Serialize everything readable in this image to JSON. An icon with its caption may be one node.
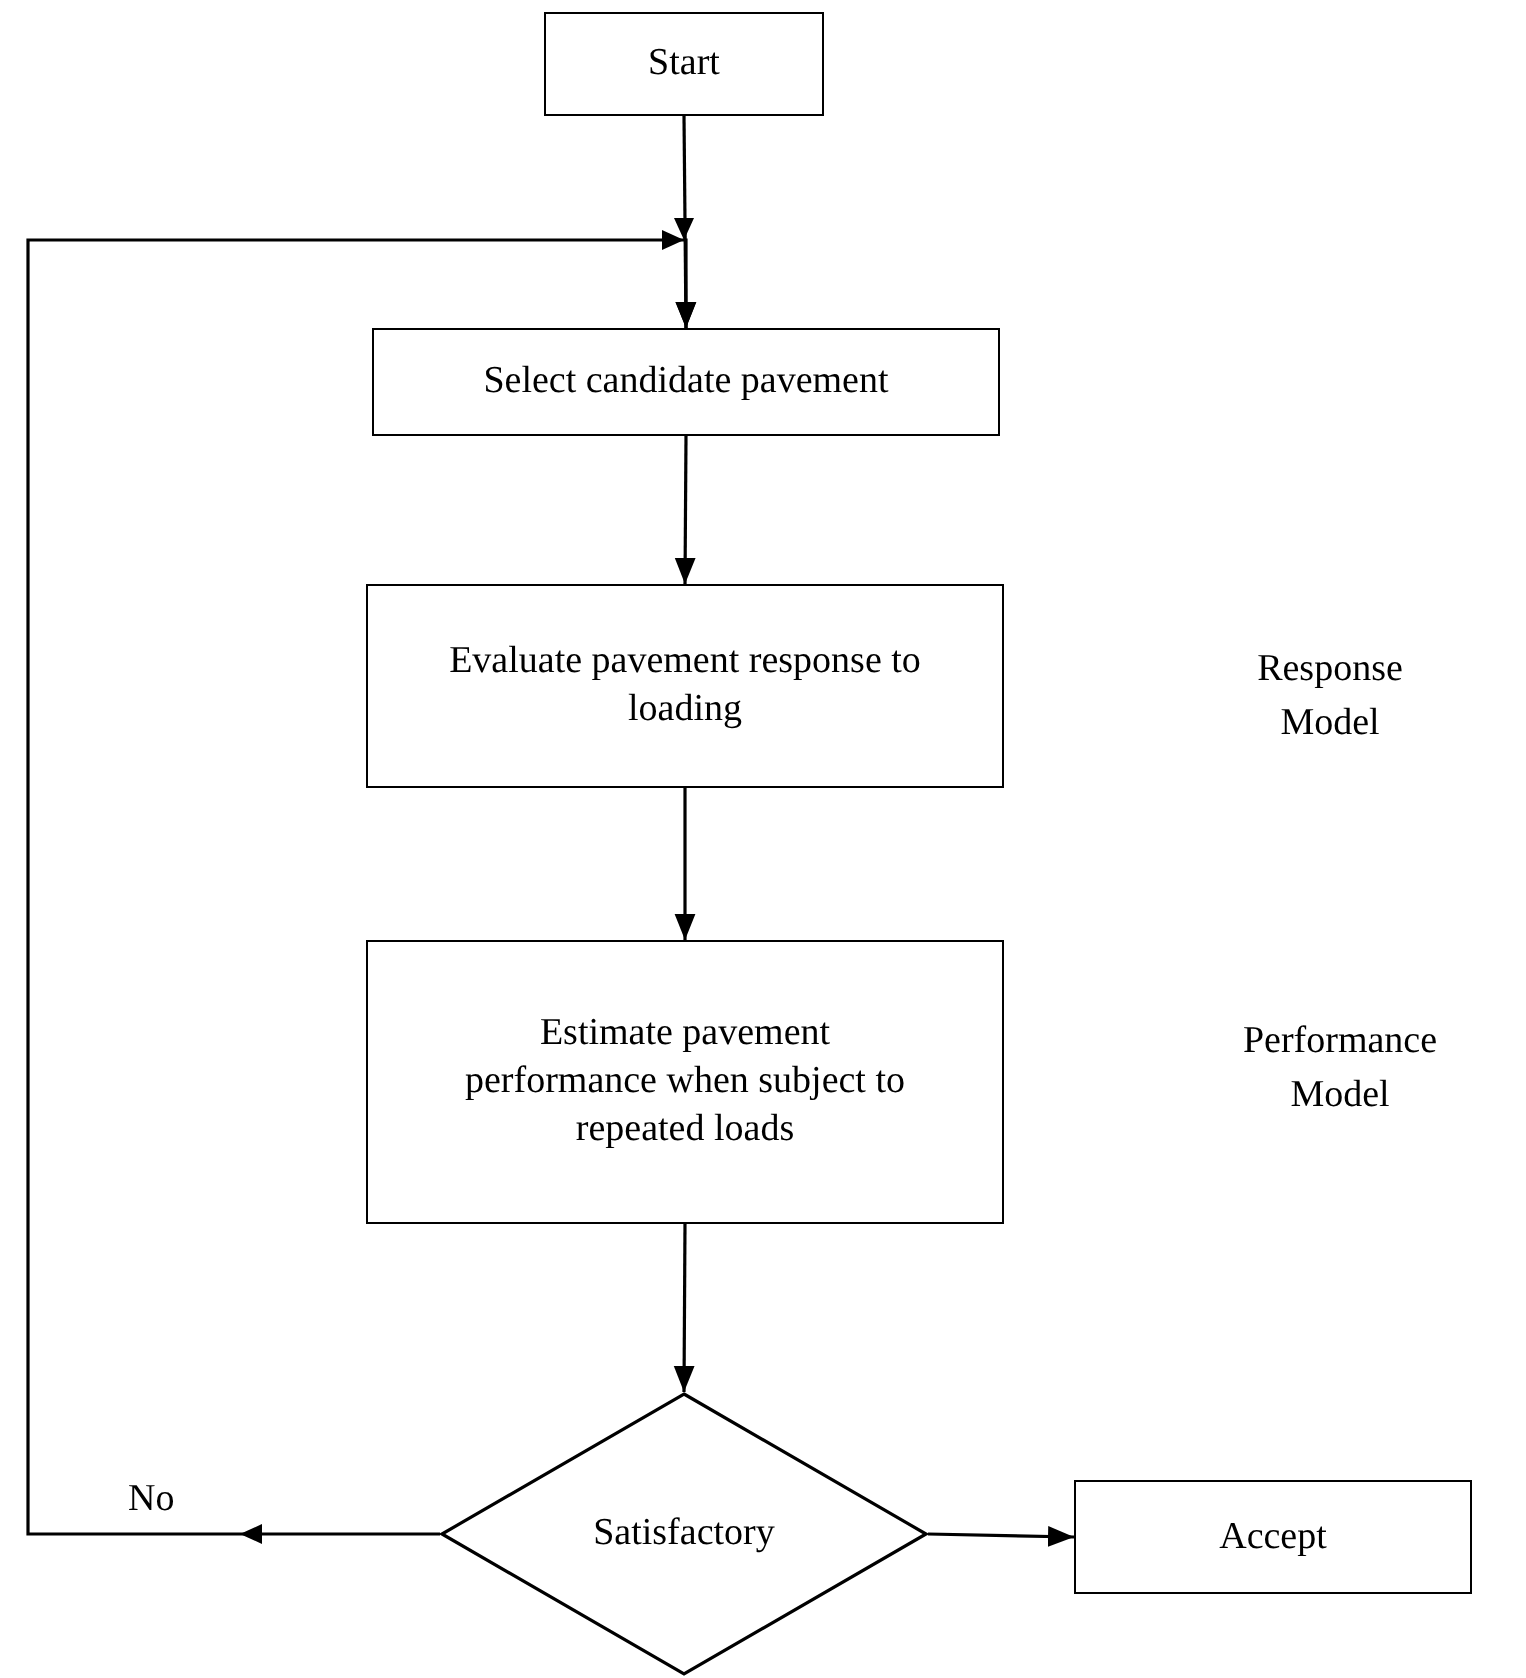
{
  "diagram": {
    "nodes": [
      {
        "text": [
          "Start"
        ]
      },
      {
        "text": [
          "Select candidate pavement"
        ]
      },
      {
        "text": [
          "Evaluate pavement response to loading"
        ]
      },
      {
        "text": [
          "Estimate pavement performance when subject to repeated loads"
        ]
      },
      {
        "text": [
          "Satisfactory"
        ]
      },
      {
        "text": [
          "Accept"
        ]
      }
    ],
    "edges": [
      {
        "from": 0,
        "to": 1,
        "arrow": "to"
      },
      {
        "from": 1,
        "to": 2,
        "arrow": "to"
      },
      {
        "from": 2,
        "to": 3,
        "arrow": "to"
      },
      {
        "from": 3,
        "to": 4,
        "arrow": "to"
      },
      {
        "from": 4,
        "to": 5,
        "arrow": "to"
      },
      {
        "from": 4,
        "to": 1,
        "arrow": "to",
        "label": "No"
      }
    ],
    "labels": [
      "Response Model",
      "Performance Model"
    ]
  }
}
